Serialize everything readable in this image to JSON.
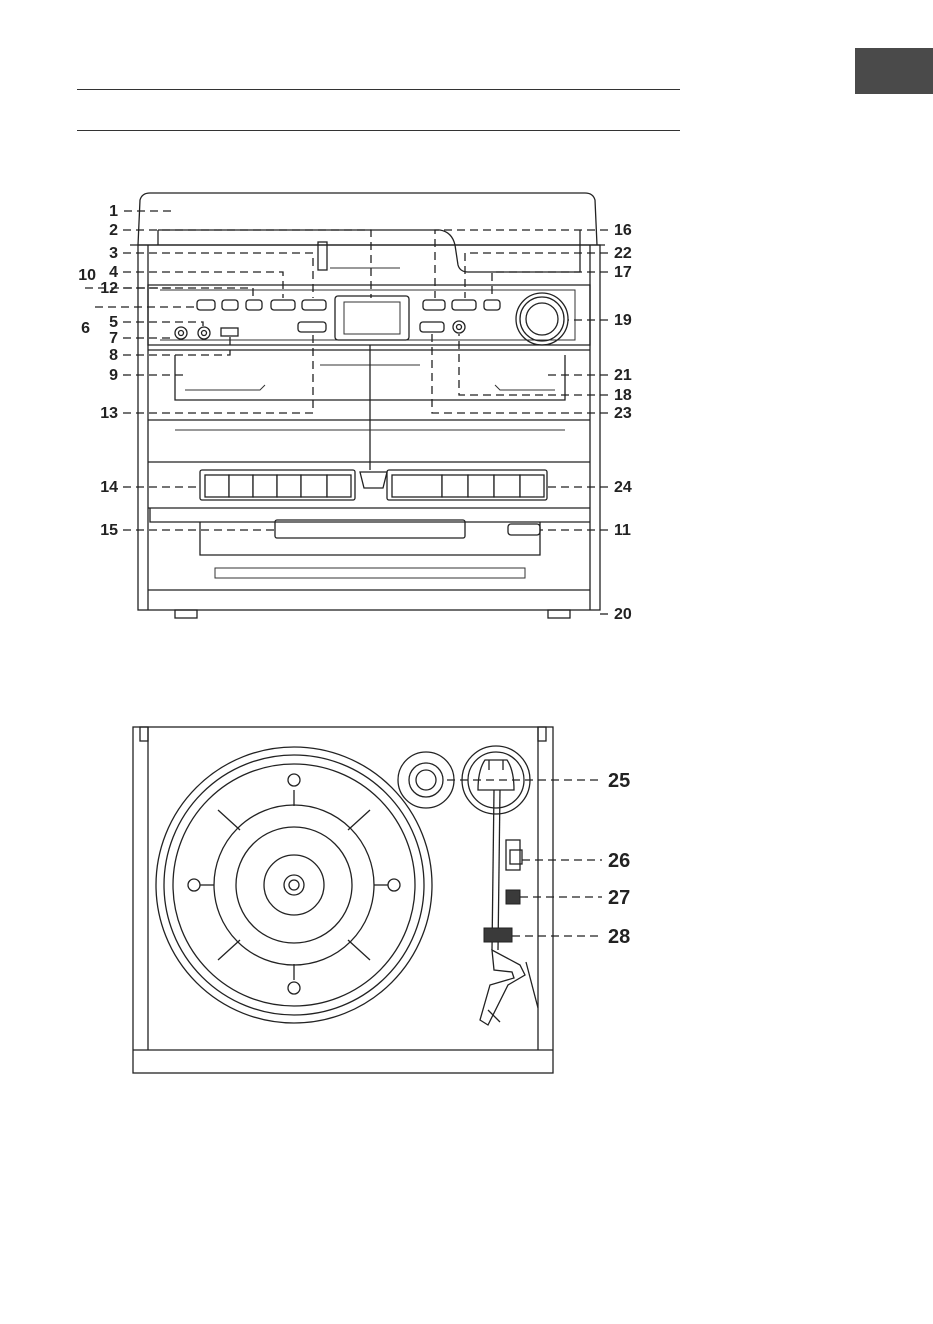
{
  "callouts_front": [
    {
      "n": "1"
    },
    {
      "n": "2"
    },
    {
      "n": "3"
    },
    {
      "n": "4"
    },
    {
      "n": "10"
    },
    {
      "n": "12"
    },
    {
      "n": "6"
    },
    {
      "n": "5"
    },
    {
      "n": "7"
    },
    {
      "n": "8"
    },
    {
      "n": "9"
    },
    {
      "n": "13"
    },
    {
      "n": "14"
    },
    {
      "n": "15"
    },
    {
      "n": "16"
    },
    {
      "n": "22"
    },
    {
      "n": "17"
    },
    {
      "n": "19"
    },
    {
      "n": "21"
    },
    {
      "n": "18"
    },
    {
      "n": "23"
    },
    {
      "n": "24"
    },
    {
      "n": "11"
    },
    {
      "n": "20"
    }
  ],
  "callouts_top": [
    {
      "n": "25"
    },
    {
      "n": "26"
    },
    {
      "n": "27"
    },
    {
      "n": "28"
    }
  ],
  "icons": {
    "language_tab": "grey-language-tab",
    "deck_buttons": [
      "record",
      "play",
      "rewind",
      "fast-forward",
      "stop-eject",
      "pause"
    ]
  },
  "colors": {
    "ink": "#222222",
    "tab": "#4a4a4a"
  }
}
